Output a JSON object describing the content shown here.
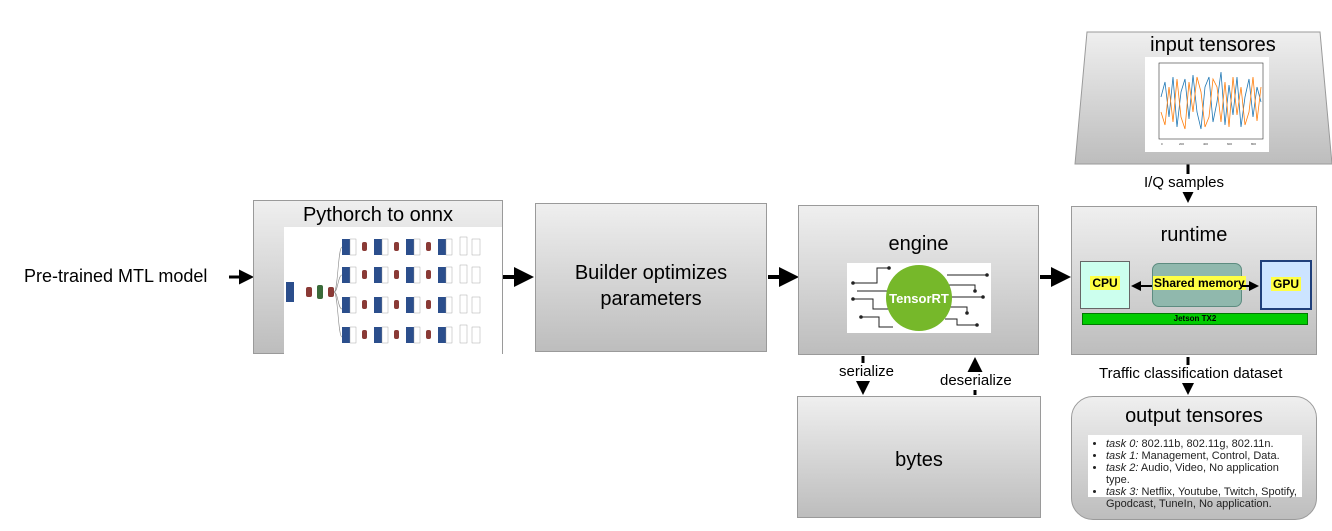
{
  "input_label": "Pre-trained MTL model",
  "pytorch_box": {
    "title": "Pythorch to onnx"
  },
  "builder_box": {
    "line1": "Builder optimizes",
    "line2": "parameters"
  },
  "engine_box": {
    "title": "engine",
    "logo_text": "TensorRT"
  },
  "bytes_box": {
    "title": "bytes"
  },
  "edges": {
    "serialize": "serialize",
    "deserialize": "deserialize",
    "iq": "I/Q samples",
    "traffic": "Traffic classification dataset"
  },
  "input_tensors": {
    "title": "input tensores"
  },
  "runtime_box": {
    "title": "runtime",
    "cpu": "CPU",
    "shared": "Shared memory",
    "gpu": "GPU",
    "device": "Jetson TX2"
  },
  "output_tensors": {
    "title": "output tensores",
    "tasks": [
      {
        "name": "task 0:",
        "text": "802.11b, 802.11g, 802.11n."
      },
      {
        "name": "task 1:",
        "text": "Management, Control, Data."
      },
      {
        "name": "task 2:",
        "text": "Audio, Video, No application type."
      },
      {
        "name": "task 3:",
        "text": "Netflix, Youtube, Twitch, Spotify, Gpodcast, TuneIn, No application."
      }
    ]
  },
  "colors": {
    "series1": "#1f77b4",
    "series2": "#ff7f0e",
    "tensorrt": "#76b82a",
    "jetson": "#00cc00",
    "cpu": "#ccffee",
    "gpu": "#cce4ff",
    "shared": "#90b8ad",
    "highlight": "#ffff44"
  }
}
